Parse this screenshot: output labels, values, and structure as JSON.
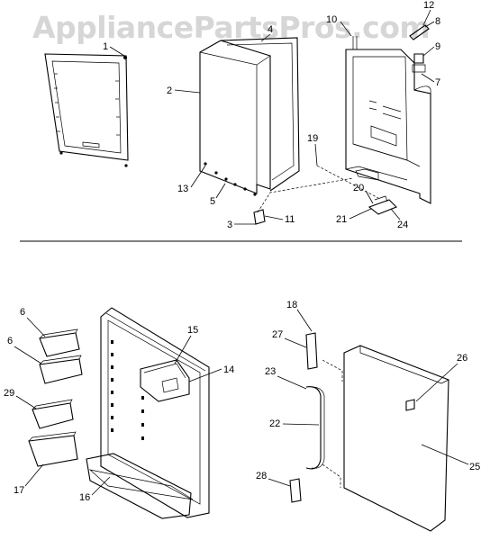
{
  "watermark": "AppliancePartsPros.com",
  "callouts": {
    "c1": "1",
    "c2": "2",
    "c3": "3",
    "c4": "4",
    "c5": "5",
    "c6a": "6",
    "c6b": "6",
    "c7": "7",
    "c8": "8",
    "c9": "9",
    "c10": "10",
    "c11": "11",
    "c12": "12",
    "c13": "13",
    "c14": "14",
    "c15": "15",
    "c16": "16",
    "c17": "17",
    "c18": "18",
    "c19": "19",
    "c20": "20",
    "c21": "21",
    "c22": "22",
    "c23": "23",
    "c24": "24",
    "c25": "25",
    "c26": "26",
    "c27": "27",
    "c28": "28",
    "c29": "29"
  }
}
